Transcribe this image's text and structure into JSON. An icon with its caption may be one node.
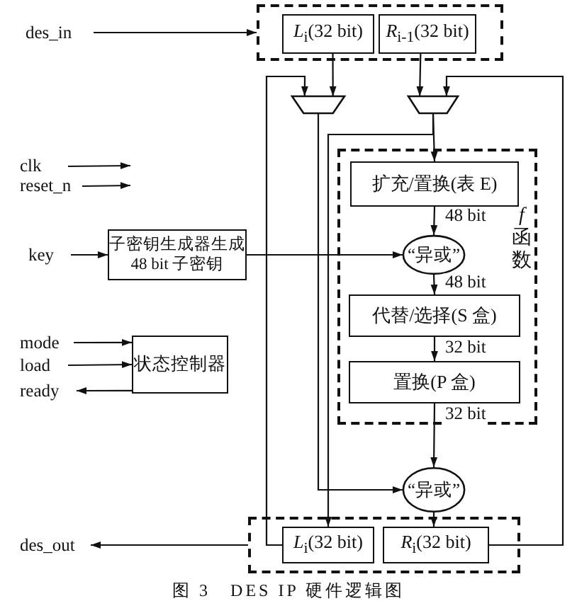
{
  "diagram": {
    "caption": "图 3　DES IP 硬件逻辑图",
    "nodes": [
      {
        "text": [],
        "shape": "box"
      },
      {
        "text": [
          "*L*$_{i}$(32 bit)"
        ],
        "in": 0
      },
      {
        "text": [
          "*R*$_{i-1}$(32 bit)"
        ],
        "in": 0
      },
      {
        "text": [
          "des_in"
        ]
      },
      {
        "text": [],
        "shape": "trapezoid"
      },
      {
        "text": [],
        "shape": "trapezoid"
      },
      {
        "text": [
          "clk"
        ]
      },
      {
        "text": [
          "reset_n"
        ]
      },
      {
        "text": [
          "*f* 函数"
        ]
      },
      {
        "text": [
          "扩充/置换(表 E)"
        ],
        "in": 8
      },
      {
        "text": [
          "“异或”"
        ],
        "in": 8
      },
      {
        "text": [
          "代替/选择(S 盒)"
        ],
        "in": 8
      },
      {
        "text": [
          "置换(P 盒)"
        ],
        "in": 8
      },
      {
        "text": [
          "key"
        ]
      },
      {
        "text": [
          "子密钥生成器生成 48 bit 子密钥"
        ]
      },
      {
        "text": [
          "mode"
        ]
      },
      {
        "text": [
          "load"
        ]
      },
      {
        "text": [
          "ready"
        ]
      },
      {
        "text": [
          "状态控制器"
        ]
      },
      {
        "text": [
          "“异或”"
        ]
      },
      {
        "text": [],
        "shape": "box"
      },
      {
        "text": [
          "*L*$_{i}$(32 bit)"
        ],
        "in": 20
      },
      {
        "text": [
          "*R*$_{i}$(32 bit)"
        ],
        "in": 20
      },
      {
        "text": [
          "des_out"
        ]
      }
    ],
    "edges": [
      {
        "from": 3,
        "to": 0,
        "arrow": "to"
      },
      {
        "from": 1,
        "to": 4,
        "arrow": "to"
      },
      {
        "from": 2,
        "to": 5,
        "arrow": "to"
      },
      {
        "from": 21,
        "to": 4,
        "arrow": "to"
      },
      {
        "from": 22,
        "to": 5,
        "arrow": "to"
      },
      {
        "from": 4,
        "to": 19,
        "arrow": "to"
      },
      {
        "from": 5,
        "to": 9,
        "arrow": "to"
      },
      {
        "from": 5,
        "to": 21,
        "arrow": "to"
      },
      {
        "from": 9,
        "to": 10,
        "arrow": "to",
        "label": "48 bit"
      },
      {
        "from": 13,
        "to": 14,
        "arrow": "to"
      },
      {
        "from": 14,
        "to": 10,
        "arrow": "to"
      },
      {
        "from": 10,
        "to": 11,
        "arrow": "to",
        "label": "48 bit"
      },
      {
        "from": 11,
        "to": 12,
        "arrow": "to",
        "label": "32 bit"
      },
      {
        "from": 12,
        "to": 19,
        "arrow": "to",
        "label": "32 bit"
      },
      {
        "from": 19,
        "to": 22,
        "arrow": "to"
      },
      {
        "from": 6,
        "to": null,
        "arrow": "to"
      },
      {
        "from": 7,
        "to": null,
        "arrow": "to"
      },
      {
        "from": 15,
        "to": 18,
        "arrow": "to"
      },
      {
        "from": 16,
        "to": 18,
        "arrow": "to"
      },
      {
        "from": 18,
        "to": 17,
        "arrow": "to"
      },
      {
        "from": 20,
        "to": 23,
        "arrow": "to"
      }
    ]
  }
}
